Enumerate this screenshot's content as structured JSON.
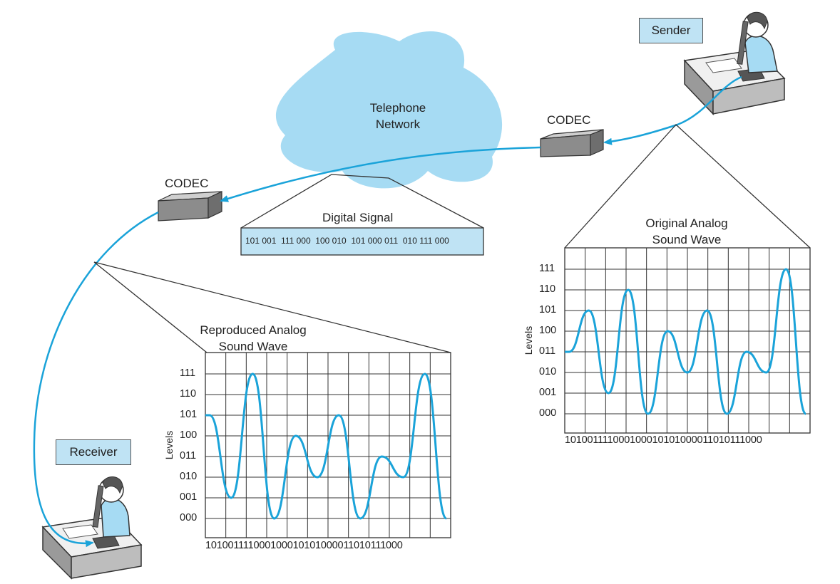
{
  "colors": {
    "signal_line": "#1aa3d9",
    "cloud": "#a6dbf3",
    "label_bg": "#bfe3f4",
    "grid": "#333333",
    "device": "#8c8c8c"
  },
  "labels": {
    "sender": "Sender",
    "receiver": "Receiver",
    "codec_right": "CODEC",
    "codec_left": "CODEC",
    "network_line1": "Telephone",
    "network_line2": "Network",
    "digital_signal_title": "Digital Signal",
    "digital_signal_bits": "101 001  111 000  100 010  101 000 011  010 111 000"
  },
  "original_wave": {
    "title_line1": "Original Analog",
    "title_line2": "Sound Wave",
    "y_axis_label": "Levels",
    "levels": [
      "111",
      "110",
      "101",
      "100",
      "011",
      "010",
      "001",
      "000"
    ],
    "x_bits": "101001111000100010101000011010111000",
    "samples": [
      3,
      5,
      1,
      6,
      0,
      4,
      2,
      5,
      0,
      3,
      2,
      7,
      0
    ]
  },
  "reproduced_wave": {
    "title_line1": "Reproduced Analog",
    "title_line2": "Sound Wave",
    "y_axis_label": "Levels",
    "levels": [
      "111",
      "110",
      "101",
      "100",
      "011",
      "010",
      "001",
      "000"
    ],
    "x_bits": "101001111000100010101000011010111000",
    "samples": [
      5,
      1,
      7,
      0,
      4,
      2,
      5,
      0,
      3,
      2,
      7,
      0
    ]
  }
}
